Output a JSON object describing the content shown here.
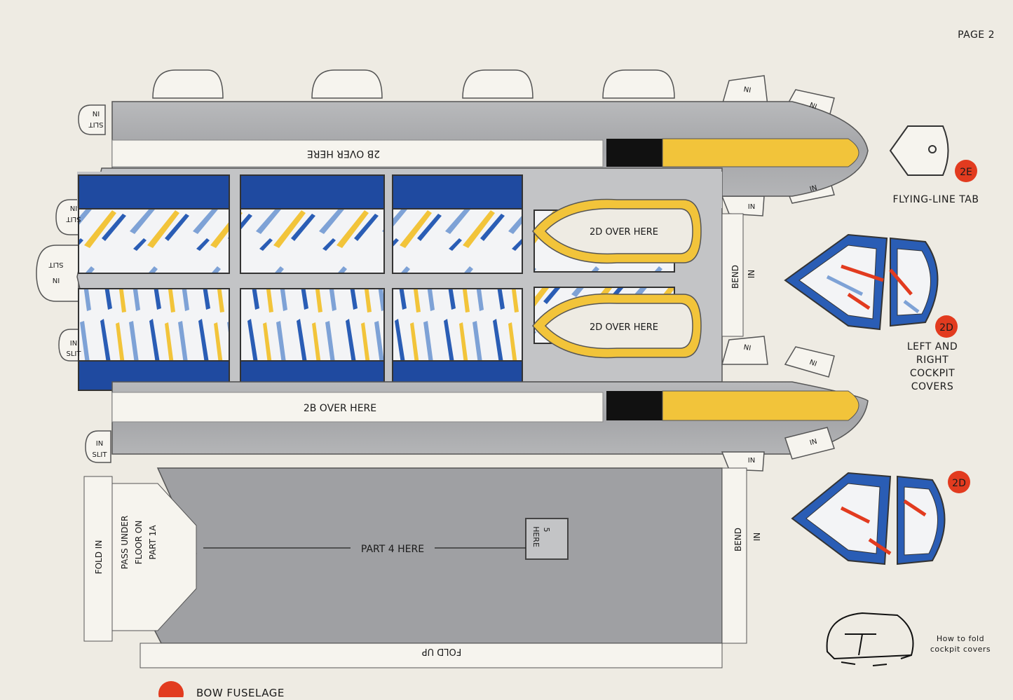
{
  "page": {
    "number_label": "PAGE 2"
  },
  "labels": {
    "over_2b_top": "2B OVER HERE",
    "over_2b_bottom": "2B OVER HERE",
    "over_2d_upper": "2D OVER HERE",
    "over_2d_lower": "2D OVER HERE",
    "bend_in_upper_1": "BEND",
    "bend_in_upper_2": "IN",
    "bend_in_lower_1": "BEND",
    "bend_in_lower_2": "IN",
    "fold_in": "FOLD IN",
    "pass_under_1": "PASS UNDER",
    "pass_under_2": "FLOOR ON",
    "pass_under_3": "PART 1A",
    "part4_here": "PART 4 HERE",
    "part5_1": "5",
    "part5_2": "HERE",
    "fold_up": "FOLD UP",
    "in": "IN",
    "slit": "SLIT"
  },
  "parts": {
    "flying_tab": {
      "badge": "2E",
      "caption": "FLYING-LINE TAB"
    },
    "cockpit": {
      "badge": "2D",
      "caption_lines": [
        "LEFT AND",
        "RIGHT",
        "COCKPIT",
        "COVERS"
      ]
    },
    "cockpit_second": {
      "badge": "2D"
    },
    "how_to_fold": {
      "caption_lines": [
        "How to fold",
        "cockpit covers"
      ]
    },
    "bow": {
      "caption": "BOW FUSELAGE"
    }
  },
  "colors": {
    "paper": "#eeebe3",
    "silver": "#a9aaac",
    "silver_light": "#c3c4c6",
    "blue": "#1f4aa0",
    "yellow": "#f2c43a",
    "badge_red": "#e23b1f",
    "black": "#111111"
  }
}
